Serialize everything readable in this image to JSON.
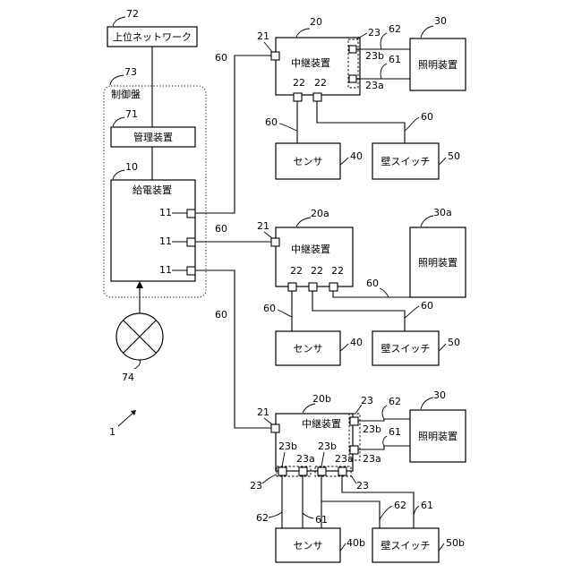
{
  "blocks": {
    "upper_network": "上位ネットワーク",
    "control_panel": "制御盤",
    "management": "管理装置",
    "power_supply": "給電装置",
    "relay_a": "中継装置",
    "relay_b": "中継装置",
    "relay_c": "中継装置",
    "lighting_a": "照明装置",
    "lighting_b": "照明装置",
    "lighting_c": "照明装置",
    "sensor_a": "センサ",
    "sensor_b": "センサ",
    "sensor_c": "センサ",
    "switch_a": "壁スイッチ",
    "switch_b": "壁スイッチ",
    "switch_c": "壁スイッチ"
  },
  "refs": {
    "r72": "72",
    "r73": "73",
    "r71": "71",
    "r10": "10",
    "r11a": "11",
    "r11b": "11",
    "r11c": "11",
    "r74": "74",
    "r1": "1",
    "top": {
      "r20": "20",
      "r21": "21",
      "r23": "23",
      "r23b": "23b",
      "r23a": "23a",
      "r62": "62",
      "r61": "61",
      "r30": "30",
      "r22a": "22",
      "r22b": "22",
      "r60_main": "60",
      "r60_sensor": "60",
      "r60_switch": "60",
      "r40": "40",
      "r50": "50"
    },
    "mid": {
      "r20a": "20a",
      "r21": "21",
      "r30a": "30a",
      "r22a": "22",
      "r22b": "22",
      "r22c": "22",
      "r60_main": "60",
      "r60_light": "60",
      "r60_sensor": "60",
      "r60_switch": "60",
      "r40": "40",
      "r50": "50"
    },
    "bot": {
      "r60_main": "60",
      "r20b": "20b",
      "r21": "21",
      "r23_top": "23",
      "r62_top": "62",
      "r30": "30",
      "r23b_side": "23b",
      "r61_side": "61",
      "r23a_side": "23a",
      "r23b_l": "23b",
      "r23a_l": "23a",
      "r23b_r": "23b",
      "r23a_r": "23a",
      "r23_l": "23",
      "r23_r": "23",
      "r62_sensor": "62",
      "r61_sensor": "61",
      "r62_switch": "62",
      "r61_switch": "61",
      "r40b": "40b",
      "r50b": "50b"
    }
  }
}
